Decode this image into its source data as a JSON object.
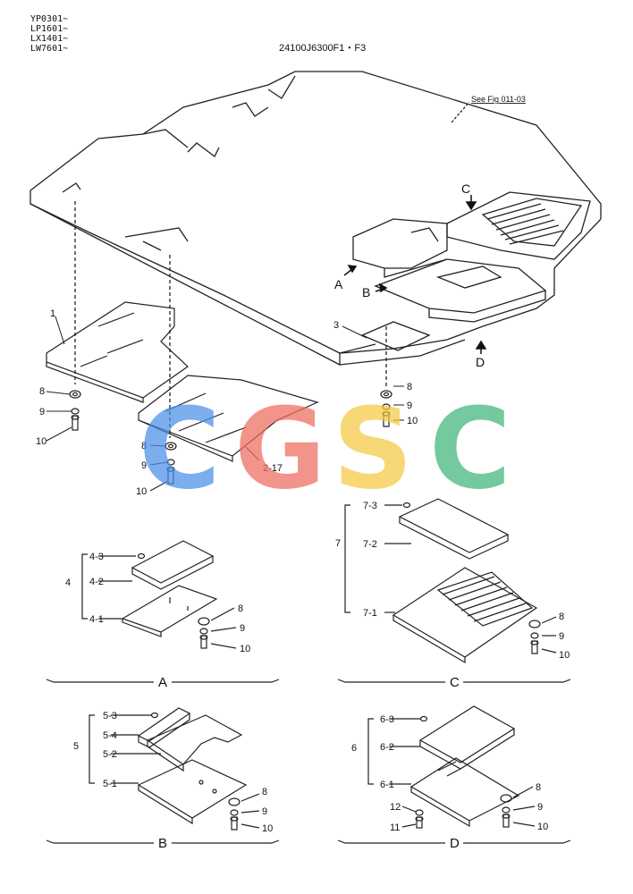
{
  "header": {
    "serials": [
      "YP0301~",
      "LP1601~",
      "LX1401~",
      "LW7601~"
    ],
    "part_number": "24100J6300F1・F3",
    "see_fig": "See Fig 011-03"
  },
  "view_markers": {
    "A": "A",
    "B": "B",
    "C": "C",
    "D": "D"
  },
  "main_callouts": {
    "c1": "1",
    "c2": "2-17",
    "c3": "3",
    "c8a": "8",
    "c9a": "9",
    "c10a": "10",
    "c8b": "8",
    "c9b": "9",
    "c10b": "10",
    "c8c": "8",
    "c9c": "9",
    "c10c": "10"
  },
  "detail_A": {
    "group": "4",
    "p3": "4-3",
    "p2": "4-2",
    "p1": "4-1",
    "f8": "8",
    "f9": "9",
    "f10": "10",
    "caption": "A"
  },
  "detail_B": {
    "group": "5",
    "p3": "5-3",
    "p4": "5-4",
    "p2": "5-2",
    "p1": "5-1",
    "f8": "8",
    "f9": "9",
    "f10": "10",
    "caption": "B"
  },
  "detail_C": {
    "group": "7",
    "p3": "7-3",
    "p2": "7-2",
    "p1": "7-1",
    "f8": "8",
    "f9": "9",
    "f10": "10",
    "caption": "C"
  },
  "detail_D": {
    "group": "6",
    "p3": "6-3",
    "p2": "6-2",
    "p1": "6-1",
    "f8": "8",
    "f9": "9",
    "f10": "10",
    "f12": "12",
    "f11": "11",
    "caption": "D"
  },
  "watermark": {
    "letters": [
      "C",
      "G",
      "S",
      "C"
    ],
    "colors": [
      "#4b8fe8",
      "#ee6b5e",
      "#f5c842",
      "#3fb57a"
    ]
  }
}
